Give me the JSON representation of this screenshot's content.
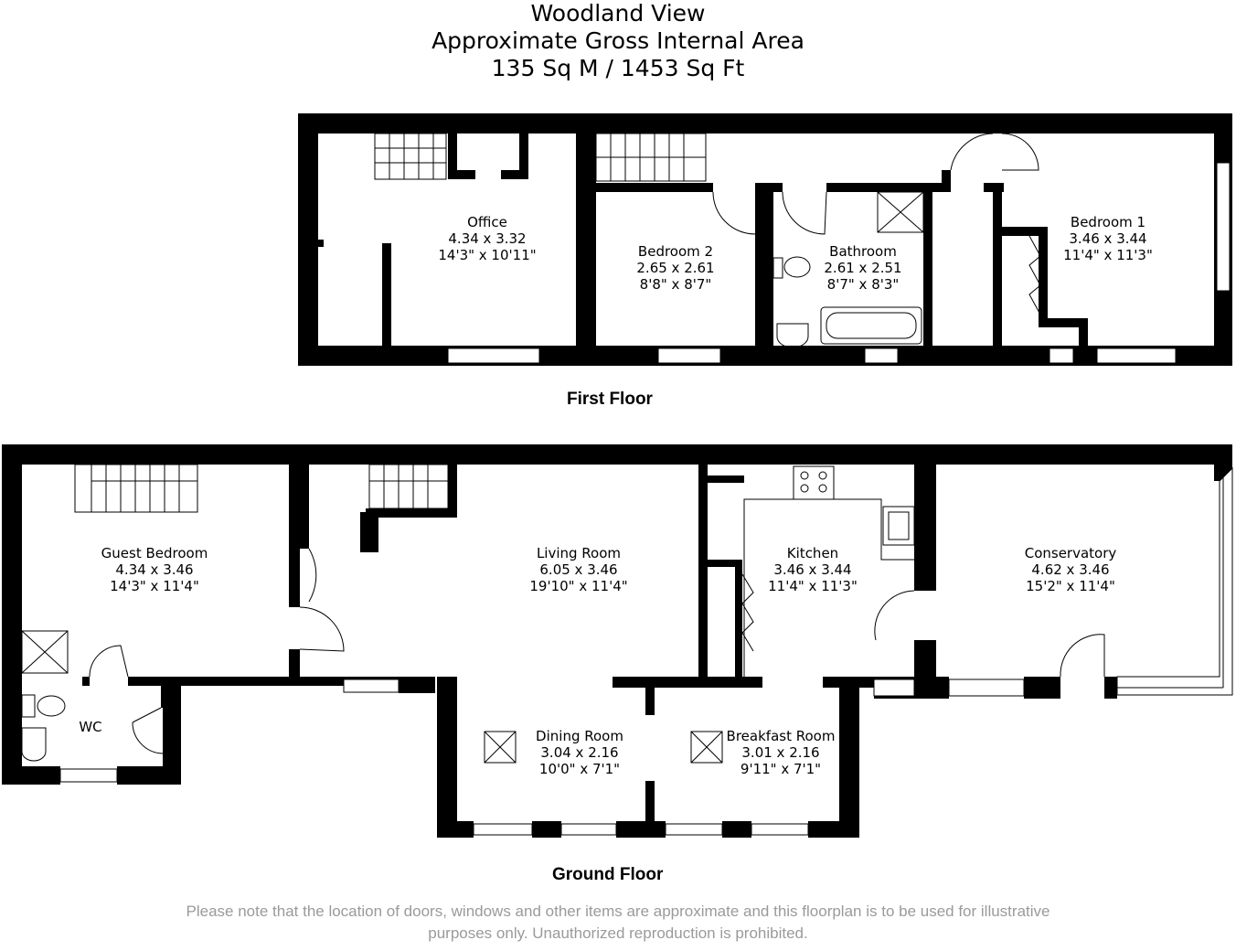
{
  "header": {
    "title": "Woodland View",
    "subtitle": "Approximate Gross Internal Area",
    "area": "135 Sq M / 1453 Sq Ft"
  },
  "first_floor": {
    "label": "First Floor",
    "rooms": [
      {
        "name": "Office",
        "metric": "4.34 x 3.32",
        "imperial": "14'3\" x 10'11\""
      },
      {
        "name": "Bedroom 2",
        "metric": "2.65 x 2.61",
        "imperial": "8'8\" x 8'7\""
      },
      {
        "name": "Bathroom",
        "metric": "2.61 x 2.51",
        "imperial": "8'7\" x 8'3\""
      },
      {
        "name": "Bedroom 1",
        "metric": "3.46 x 3.44",
        "imperial": "11'4\" x 11'3\""
      }
    ]
  },
  "ground_floor": {
    "label": "Ground Floor",
    "rooms": [
      {
        "name": "Guest Bedroom",
        "metric": "4.34 x 3.46",
        "imperial": "14'3\" x 11'4\""
      },
      {
        "name": "Living Room",
        "metric": "6.05 x 3.46",
        "imperial": "19'10\" x 11'4\""
      },
      {
        "name": "Kitchen",
        "metric": "3.46 x 3.44",
        "imperial": "11'4\" x 11'3\""
      },
      {
        "name": "Conservatory",
        "metric": "4.62 x 3.46",
        "imperial": "15'2\" x 11'4\""
      },
      {
        "name": "WC"
      },
      {
        "name": "Dining Room",
        "metric": "3.04 x 2.16",
        "imperial": "10'0\" x 7'1\""
      },
      {
        "name": "Breakfast Room",
        "metric": "3.01 x 2.16",
        "imperial": "9'11\" x 7'1\""
      }
    ]
  },
  "disclaimer": {
    "line1": "Please note that the location of doors, windows and other items are approximate and this floorplan is to be used for illustrative",
    "line2": "purposes only. Unauthorized reproduction is prohibited."
  },
  "colors": {
    "wall": "#000000",
    "window": "#ffffff",
    "disclaimer_text": "#9a9a9a"
  }
}
